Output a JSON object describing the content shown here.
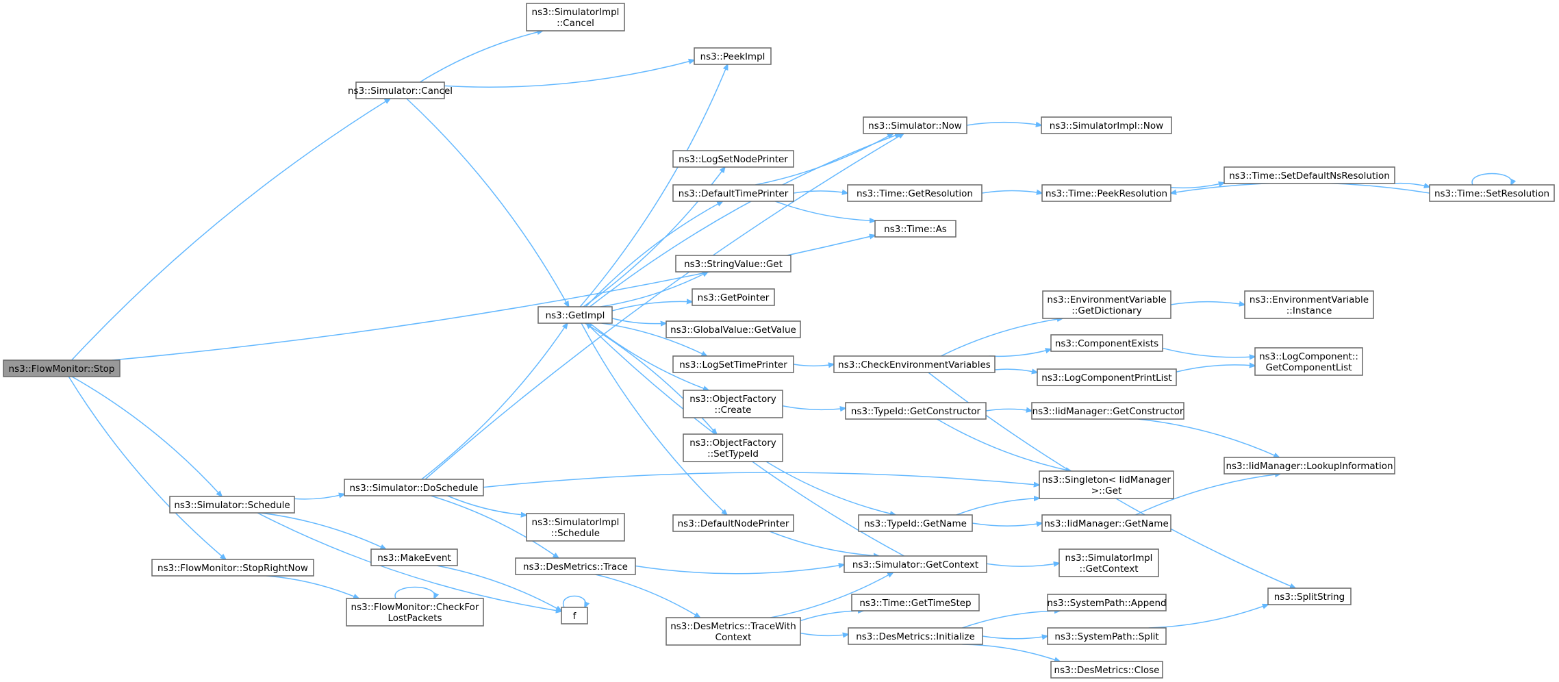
{
  "graph": {
    "edge_color": "#63b8ff",
    "root_fill": "#999999",
    "nodes": [
      {
        "id": "stop",
        "lines": [
          "ns3::FlowMonitor::Stop"
        ],
        "root": true
      },
      {
        "id": "cancel",
        "lines": [
          "ns3::Simulator::Cancel"
        ]
      },
      {
        "id": "simimpl_cancel",
        "lines": [
          "ns3::SimulatorImpl",
          "::Cancel"
        ]
      },
      {
        "id": "peekimpl",
        "lines": [
          "ns3::PeekImpl"
        ]
      },
      {
        "id": "getimpl",
        "lines": [
          "ns3::GetImpl"
        ]
      },
      {
        "id": "sim_now",
        "lines": [
          "ns3::Simulator::Now"
        ]
      },
      {
        "id": "simimpl_now",
        "lines": [
          "ns3::SimulatorImpl::Now"
        ]
      },
      {
        "id": "lognodeprinter",
        "lines": [
          "ns3::LogSetNodePrinter"
        ]
      },
      {
        "id": "defaulttimeprinter",
        "lines": [
          "ns3::DefaultTimePrinter"
        ]
      },
      {
        "id": "time_getres",
        "lines": [
          "ns3::Time::GetResolution"
        ]
      },
      {
        "id": "time_peekres",
        "lines": [
          "ns3::Time::PeekResolution"
        ]
      },
      {
        "id": "time_setdefault",
        "lines": [
          "ns3::Time::SetDefaultNsResolution"
        ]
      },
      {
        "id": "time_setres",
        "lines": [
          "ns3::Time::SetResolution"
        ]
      },
      {
        "id": "time_as",
        "lines": [
          "ns3::Time::As"
        ]
      },
      {
        "id": "stringvalue_get",
        "lines": [
          "ns3::StringValue::Get"
        ]
      },
      {
        "id": "getpointer",
        "lines": [
          "ns3::GetPointer"
        ]
      },
      {
        "id": "globalvalue_get",
        "lines": [
          "ns3::GlobalValue::GetValue"
        ]
      },
      {
        "id": "logsettimeprinter",
        "lines": [
          "ns3::LogSetTimePrinter"
        ]
      },
      {
        "id": "checkenv",
        "lines": [
          "ns3::CheckEnvironmentVariables"
        ]
      },
      {
        "id": "envvar_getdict",
        "lines": [
          "ns3::EnvironmentVariable",
          "::GetDictionary"
        ]
      },
      {
        "id": "envvar_instance",
        "lines": [
          "ns3::EnvironmentVariable",
          "::Instance"
        ]
      },
      {
        "id": "componentexists",
        "lines": [
          "ns3::ComponentExists"
        ]
      },
      {
        "id": "logcomp_getlist",
        "lines": [
          "ns3::LogComponent::",
          "GetComponentList"
        ]
      },
      {
        "id": "logcomponentprintlist",
        "lines": [
          "ns3::LogComponentPrintList"
        ]
      },
      {
        "id": "objfactory_create",
        "lines": [
          "ns3::ObjectFactory",
          "::Create"
        ]
      },
      {
        "id": "typeid_getctor",
        "lines": [
          "ns3::TypeId::GetConstructor"
        ]
      },
      {
        "id": "iidmgr_getctor",
        "lines": [
          "ns3::IidManager::GetConstructor"
        ]
      },
      {
        "id": "objfactory_settypeid",
        "lines": [
          "ns3::ObjectFactory",
          "::SetTypeId"
        ]
      },
      {
        "id": "iidmgr_lookup",
        "lines": [
          "ns3::IidManager::LookupInformation"
        ]
      },
      {
        "id": "singleton_get",
        "lines": [
          "ns3::Singleton< IidManager",
          ">::Get"
        ]
      },
      {
        "id": "sim_schedule",
        "lines": [
          "ns3::Simulator::Schedule"
        ]
      },
      {
        "id": "sim_doschedule",
        "lines": [
          "ns3::Simulator::DoSchedule"
        ]
      },
      {
        "id": "simimpl_schedule",
        "lines": [
          "ns3::SimulatorImpl",
          "::Schedule"
        ]
      },
      {
        "id": "defaultnodeprinter",
        "lines": [
          "ns3::DefaultNodePrinter"
        ]
      },
      {
        "id": "typeid_getname",
        "lines": [
          "ns3::TypeId::GetName"
        ]
      },
      {
        "id": "iidmgr_getname",
        "lines": [
          "ns3::IidManager::GetName"
        ]
      },
      {
        "id": "makeevent",
        "lines": [
          "ns3::MakeEvent"
        ]
      },
      {
        "id": "desmetrics_trace",
        "lines": [
          "ns3::DesMetrics::Trace"
        ]
      },
      {
        "id": "sim_getcontext",
        "lines": [
          "ns3::Simulator::GetContext"
        ]
      },
      {
        "id": "simimpl_getcontext",
        "lines": [
          "ns3::SimulatorImpl",
          "::GetContext"
        ]
      },
      {
        "id": "stoprightnow",
        "lines": [
          "ns3::FlowMonitor::StopRightNow"
        ]
      },
      {
        "id": "checkforlost",
        "lines": [
          "ns3::FlowMonitor::CheckFor",
          "LostPackets"
        ]
      },
      {
        "id": "f",
        "lines": [
          "f"
        ]
      },
      {
        "id": "desmetrics_tracewith",
        "lines": [
          "ns3::DesMetrics::TraceWith",
          "Context"
        ]
      },
      {
        "id": "time_gettimestep",
        "lines": [
          "ns3::Time::GetTimeStep"
        ]
      },
      {
        "id": "desmetrics_init",
        "lines": [
          "ns3::DesMetrics::Initialize"
        ]
      },
      {
        "id": "systempath_append",
        "lines": [
          "ns3::SystemPath::Append"
        ]
      },
      {
        "id": "systempath_split",
        "lines": [
          "ns3::SystemPath::Split"
        ]
      },
      {
        "id": "desmetrics_close",
        "lines": [
          "ns3::DesMetrics::Close"
        ]
      },
      {
        "id": "splitstring",
        "lines": [
          "ns3::SplitString"
        ]
      }
    ],
    "edges": [
      [
        "stop",
        "cancel"
      ],
      [
        "stop",
        "time_as"
      ],
      [
        "stop",
        "sim_schedule"
      ],
      [
        "stop",
        "stoprightnow"
      ],
      [
        "cancel",
        "simimpl_cancel"
      ],
      [
        "cancel",
        "peekimpl"
      ],
      [
        "cancel",
        "getimpl"
      ],
      [
        "getimpl",
        "peekimpl"
      ],
      [
        "getimpl",
        "sim_now"
      ],
      [
        "getimpl",
        "lognodeprinter"
      ],
      [
        "getimpl",
        "defaulttimeprinter"
      ],
      [
        "getimpl",
        "stringvalue_get"
      ],
      [
        "getimpl",
        "getpointer"
      ],
      [
        "getimpl",
        "globalvalue_get"
      ],
      [
        "getimpl",
        "logsettimeprinter"
      ],
      [
        "getimpl",
        "objfactory_create"
      ],
      [
        "getimpl",
        "objfactory_settypeid"
      ],
      [
        "getimpl",
        "defaultnodeprinter"
      ],
      [
        "sim_now",
        "simimpl_now"
      ],
      [
        "defaulttimeprinter",
        "sim_now"
      ],
      [
        "defaulttimeprinter",
        "time_getres"
      ],
      [
        "defaulttimeprinter",
        "time_as"
      ],
      [
        "time_getres",
        "time_peekres"
      ],
      [
        "time_peekres",
        "time_setdefault"
      ],
      [
        "time_setdefault",
        "time_setres"
      ],
      [
        "time_setres",
        "time_peekres"
      ],
      [
        "time_setres",
        "time_setres"
      ],
      [
        "logsettimeprinter",
        "checkenv"
      ],
      [
        "checkenv",
        "envvar_getdict"
      ],
      [
        "checkenv",
        "componentexists"
      ],
      [
        "checkenv",
        "logcomponentprintlist"
      ],
      [
        "checkenv",
        "splitstring"
      ],
      [
        "envvar_getdict",
        "envvar_instance"
      ],
      [
        "componentexists",
        "logcomp_getlist"
      ],
      [
        "logcomponentprintlist",
        "logcomp_getlist"
      ],
      [
        "objfactory_create",
        "typeid_getctor"
      ],
      [
        "typeid_getctor",
        "iidmgr_getctor"
      ],
      [
        "typeid_getctor",
        "singleton_get"
      ],
      [
        "iidmgr_getctor",
        "iidmgr_lookup"
      ],
      [
        "objfactory_settypeid",
        "typeid_getname"
      ],
      [
        "typeid_getname",
        "singleton_get"
      ],
      [
        "typeid_getname",
        "iidmgr_getname"
      ],
      [
        "iidmgr_getname",
        "iidmgr_lookup"
      ],
      [
        "sim_schedule",
        "sim_doschedule"
      ],
      [
        "sim_schedule",
        "makeevent"
      ],
      [
        "sim_schedule",
        "f"
      ],
      [
        "sim_doschedule",
        "sim_now"
      ],
      [
        "sim_doschedule",
        "getimpl"
      ],
      [
        "sim_doschedule",
        "singleton_get"
      ],
      [
        "sim_doschedule",
        "simimpl_schedule"
      ],
      [
        "sim_doschedule",
        "desmetrics_trace"
      ],
      [
        "defaultnodeprinter",
        "sim_getcontext"
      ],
      [
        "sim_getcontext",
        "getimpl"
      ],
      [
        "sim_getcontext",
        "simimpl_getcontext"
      ],
      [
        "makeevent",
        "f"
      ],
      [
        "desmetrics_trace",
        "sim_getcontext"
      ],
      [
        "desmetrics_trace",
        "desmetrics_tracewith"
      ],
      [
        "desmetrics_tracewith",
        "sim_getcontext"
      ],
      [
        "desmetrics_tracewith",
        "time_gettimestep"
      ],
      [
        "desmetrics_tracewith",
        "desmetrics_init"
      ],
      [
        "desmetrics_init",
        "systempath_append"
      ],
      [
        "desmetrics_init",
        "systempath_split"
      ],
      [
        "desmetrics_init",
        "desmetrics_close"
      ],
      [
        "systempath_split",
        "splitstring"
      ],
      [
        "stoprightnow",
        "checkforlost"
      ],
      [
        "checkforlost",
        "checkforlost"
      ],
      [
        "f",
        "f"
      ]
    ]
  }
}
